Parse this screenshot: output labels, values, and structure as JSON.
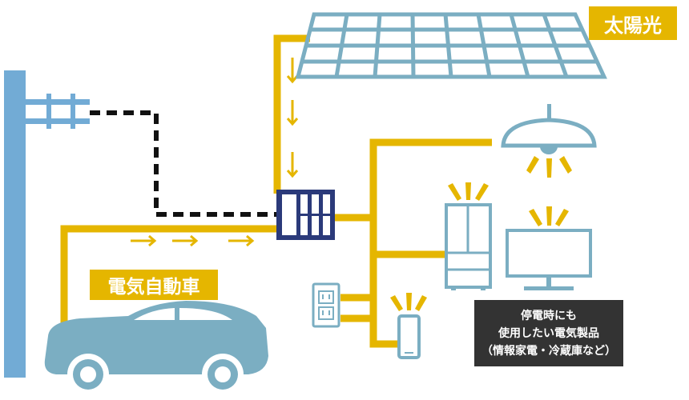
{
  "labels": {
    "solar": "太陽光",
    "ev": "電気自動車"
  },
  "note": {
    "line1": "停電時にも",
    "line2": "使用したい電気製品",
    "line3": "（情報家電・冷蔵庫など）"
  },
  "colors": {
    "power_line": "#E5B600",
    "appliance": "#7BAEC2",
    "pole": "#72ABD5",
    "breaker": "#2B3A7A",
    "grid_line": "#111111"
  }
}
